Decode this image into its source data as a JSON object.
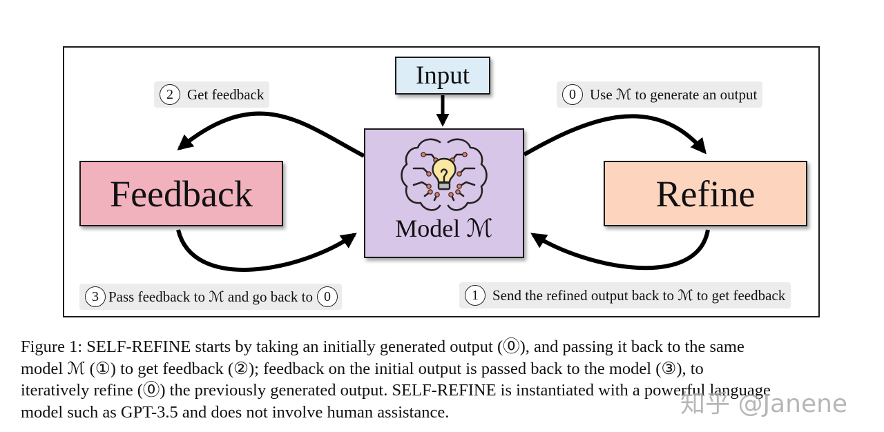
{
  "diagram": {
    "input_label": "Input",
    "feedback_label": "Feedback",
    "refine_label": "Refine",
    "model_label": "Model ℳ"
  },
  "steps": {
    "get_feedback": {
      "number": "2",
      "text": "Get feedback"
    },
    "generate": {
      "number": "0",
      "text": "Use ℳ to generate an output"
    },
    "pass_feedback": {
      "number": "3",
      "text": "Pass feedback to ℳ and go back to",
      "return_number": "0"
    },
    "send_back": {
      "number": "1",
      "text": "Send the refined output back to ℳ to get feedback"
    }
  },
  "caption": {
    "line1": "Figure 1: SELF-REFINE starts by taking an initially generated output (⓪), and passing it back to the same",
    "line2": "model ℳ (①) to get feedback (②); feedback on the initial output is passed back to the model (③), to",
    "line3": "iteratively refine (⓪) the previously generated output. SELF-REFINE is instantiated with a powerful language",
    "line4": "model such as GPT-3.5 and does not involve human assistance."
  },
  "watermark": "知乎 @Janene",
  "icons": {
    "model": "brain-lightbulb-icon"
  },
  "colors": {
    "input": "#dcedf8",
    "feedback": "#f1b1bd",
    "refine": "#fdd5bf",
    "model": "#d7c6e8",
    "step_bg": "#ececec"
  }
}
